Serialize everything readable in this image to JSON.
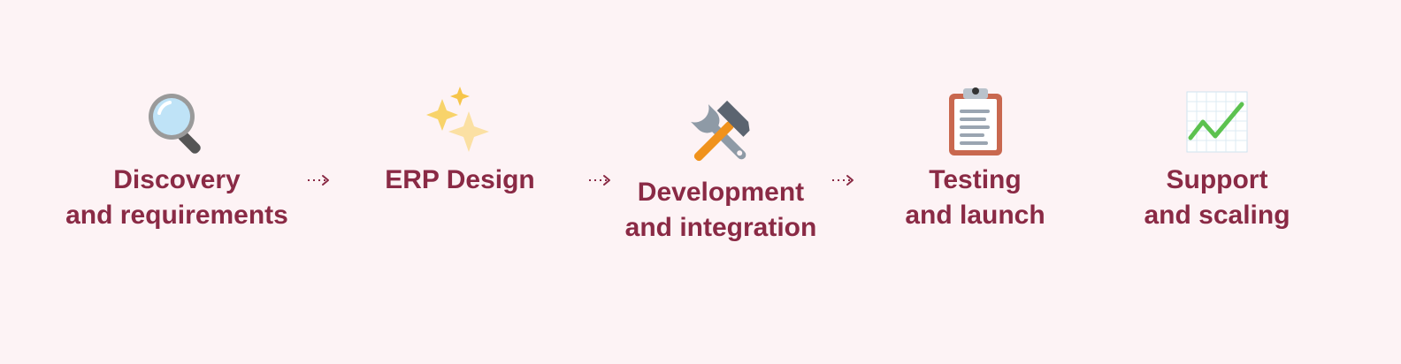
{
  "steps": [
    {
      "line1": "Discovery",
      "line2": "and requirements",
      "icon": "magnifying-glass-icon"
    },
    {
      "line1": "ERP Design",
      "line2": "",
      "icon": "sparkles-icon"
    },
    {
      "line1": "Development",
      "line2": "and integration",
      "icon": "hammer-and-wrench-icon"
    },
    {
      "line1": "Testing",
      "line2": "and launch",
      "icon": "clipboard-icon"
    },
    {
      "line1": "Support",
      "line2": "and scaling",
      "icon": "chart-increasing-icon"
    }
  ],
  "colors": {
    "background": "#fdf3f5",
    "text": "#8a2a45",
    "arrow": "#8a2a45"
  }
}
